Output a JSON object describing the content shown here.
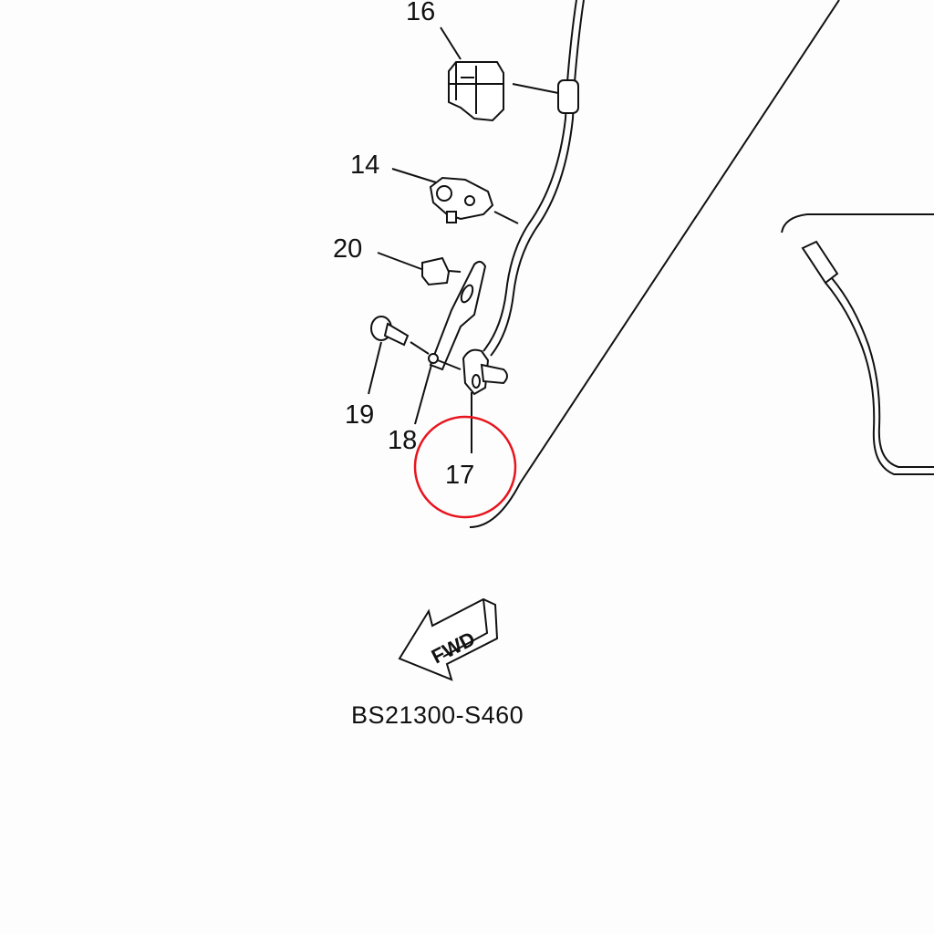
{
  "diagram": {
    "part_labels": {
      "p16": "16",
      "p14": "14",
      "p20": "20",
      "p19": "19",
      "p18": "18",
      "p17": "17"
    },
    "fwd_arrow_text": "FWD",
    "drawing_code": "BS21300-S460",
    "highlight_color": "#e8141e",
    "highlighted_part": "17"
  }
}
